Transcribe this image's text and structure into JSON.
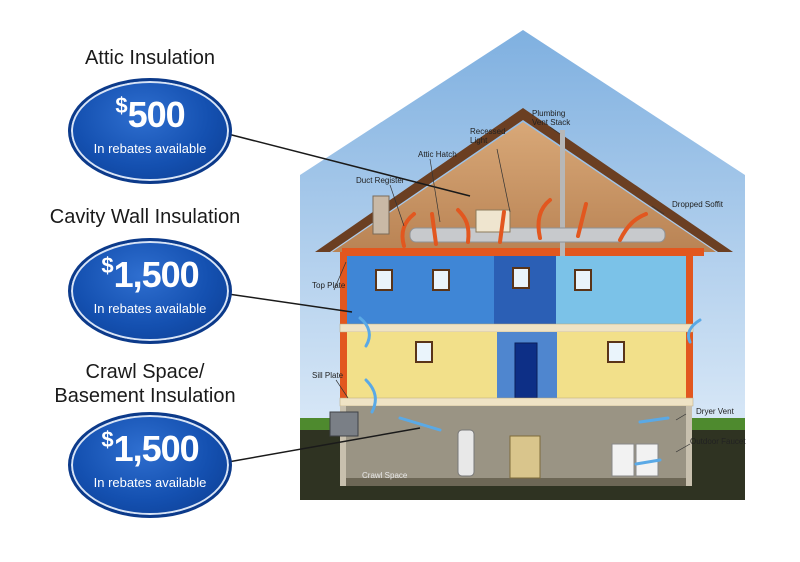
{
  "callouts": [
    {
      "heading": "Attic Insulation",
      "currency": "$",
      "amount": "500",
      "subtitle": "In rebates available"
    },
    {
      "heading": "Cavity Wall Insulation",
      "currency": "$",
      "amount": "1,500",
      "subtitle": "In rebates available"
    },
    {
      "heading_line1": "Crawl Space/",
      "heading_line2": "Basement Insulation",
      "currency": "$",
      "amount": "1,500",
      "subtitle": "In rebates available"
    }
  ],
  "house_labels": {
    "plumbing_vent_stack_1": "Plumbing",
    "plumbing_vent_stack_2": "Vent Stack",
    "recessed_light_1": "Recessed",
    "recessed_light_2": "Light",
    "attic_hatch": "Attic Hatch",
    "duct_register": "Duct Register",
    "dropped_soffit": "Dropped Soffit",
    "top_plate": "Top Plate",
    "sill_plate": "Sill Plate",
    "dryer_vent": "Dryer Vent",
    "outdoor_faucet": "Outdoor Faucet",
    "crawl_space": "Crawl Space"
  },
  "colors": {
    "oval_blue": "#1450b0",
    "sky": "#bcd6ef",
    "roof": "#8a5a3a",
    "insulation_red": "#e2571f",
    "room_blue": "#3f86d6",
    "room_yellow": "#f2e08a",
    "ground": "#3a3f2a",
    "grass": "#4e8a2e"
  }
}
